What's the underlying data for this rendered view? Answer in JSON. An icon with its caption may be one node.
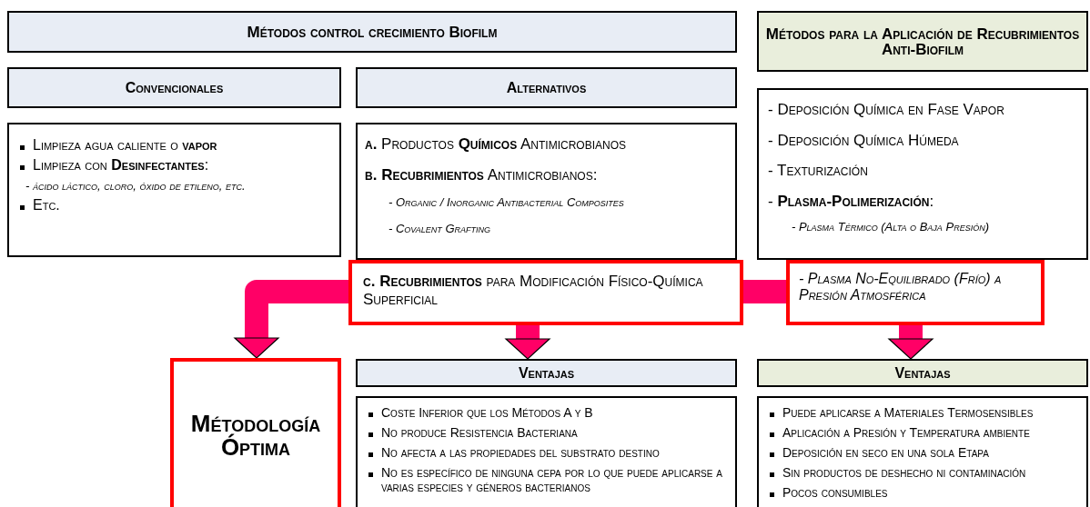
{
  "diagram": {
    "nodes": [
      {
        "text": [
          "Métodos control crecimiento Biofilm"
        ]
      },
      {
        "text": [
          "Convencionales"
        ]
      },
      {
        "text": [
          "Alternativos"
        ]
      },
      {
        "text": [
          "Limpieza agua caliente o **vapor**",
          "Limpieza con **Desinfectantes**:",
          "- ácido láctico, cloro, óxido de etileno, etc.",
          "Etc."
        ]
      },
      {
        "text": [
          "**a.** Productos **Químicos** Antimicrobianos",
          "**b.** **Recubrimientos** Antimicrobianos:",
          "- Organic / Inorganic Antibacterial Composites",
          "- Covalent Grafting"
        ]
      },
      {
        "text": [
          "**c.** **Recubrimientos** para Modificación Físico-Química Superficial"
        ]
      },
      {
        "text": [
          "Métodos para la Aplicación de Recubrimientos Anti-Biofilm"
        ]
      },
      {
        "text": [
          "- Deposición Química en Fase Vapor",
          "- Deposición Química Húmeda",
          "- Texturización",
          "- **Plasma-Polimerización**:",
          "- Plasma Térmico (Alta o Baja Presión)"
        ]
      },
      {
        "text": [
          "- Plasma No-Equilibrado (Frío) a Presión Atmosférica"
        ]
      },
      {
        "text": [
          "Métodología Óptima"
        ]
      },
      {
        "text": [
          "Ventajas"
        ]
      },
      {
        "text": [
          "Coste Inferior que los Métodos A y B",
          "No produce Resistencia Bacteriana",
          "No afecta a las propiedades del substrato destino",
          "No es específico de ninguna cepa por lo que puede aplicarse a varias especies y géneros bacterianos"
        ]
      },
      {
        "text": [
          "Ventajas"
        ]
      },
      {
        "text": [
          "Puede aplicarse a Materiales Termosensibles",
          "Aplicación a Presión y Temperatura ambiente",
          "Deposición en seco en una sola Etapa",
          "Sin productos de deshecho ni contaminación",
          "Pocos consumibles"
        ]
      }
    ],
    "edges": [
      {
        "from": 8,
        "to": 5,
        "arrow": "none"
      },
      {
        "from": 5,
        "to": 9,
        "arrow": "to"
      },
      {
        "from": 5,
        "to": 10,
        "arrow": "to"
      },
      {
        "from": 8,
        "to": 12,
        "arrow": "to"
      }
    ]
  }
}
